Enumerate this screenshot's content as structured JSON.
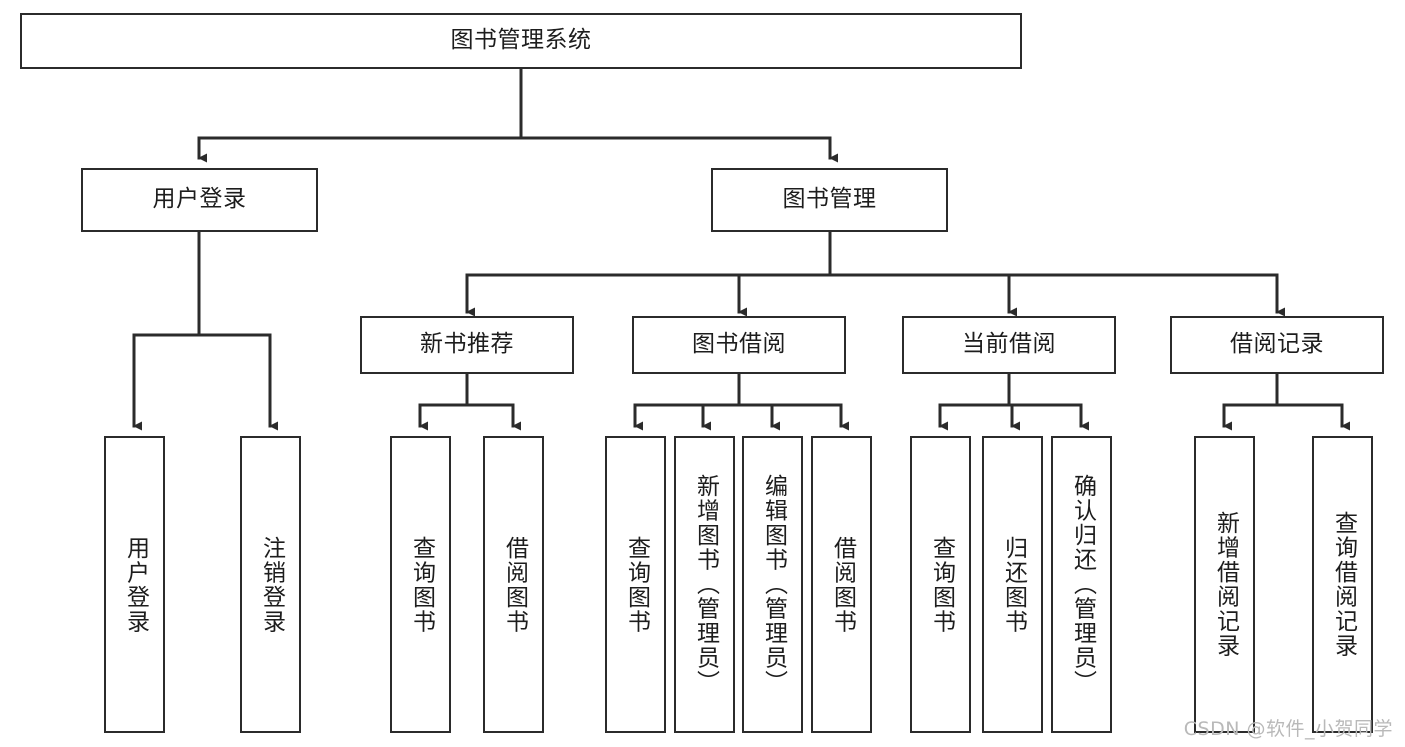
{
  "diagram": {
    "type": "tree-hierarchy",
    "title": "图书管理系统",
    "watermark": "CSDN @软件_小贺同学",
    "colors": {
      "box_border": "#2b2b2b",
      "box_fill": "#ffffff",
      "connector": "#2b2b2b",
      "text": "#1d1d1d",
      "watermark": "#b9b9b9",
      "background": "#ffffff"
    },
    "root": {
      "id": "root",
      "label": "图书管理系统",
      "orientation": "horizontal"
    },
    "level2": [
      {
        "id": "user-login",
        "label": "用户登录",
        "orientation": "horizontal"
      },
      {
        "id": "book-management",
        "label": "图书管理",
        "orientation": "horizontal"
      }
    ],
    "level3": [
      {
        "id": "new-book-recommend",
        "label": "新书推荐",
        "orientation": "horizontal",
        "parent": "book-management"
      },
      {
        "id": "book-borrow",
        "label": "图书借阅",
        "orientation": "horizontal",
        "parent": "book-management"
      },
      {
        "id": "current-borrow",
        "label": "当前借阅",
        "orientation": "horizontal",
        "parent": "book-management"
      },
      {
        "id": "borrow-record",
        "label": "借阅记录",
        "orientation": "horizontal",
        "parent": "book-management"
      }
    ],
    "leaves": [
      {
        "id": "leaf-user-login",
        "label": "用户登录",
        "orientation": "vertical",
        "parent": "user-login"
      },
      {
        "id": "leaf-user-logout",
        "label": "注销登录",
        "orientation": "vertical",
        "parent": "user-login"
      },
      {
        "id": "leaf-query-book-1",
        "label": "查询图书",
        "orientation": "vertical",
        "parent": "new-book-recommend"
      },
      {
        "id": "leaf-borrow-book-1",
        "label": "借阅图书",
        "orientation": "vertical",
        "parent": "new-book-recommend"
      },
      {
        "id": "leaf-query-book-2",
        "label": "查询图书",
        "orientation": "vertical",
        "parent": "book-borrow"
      },
      {
        "id": "leaf-add-book",
        "label": "新增图书（管理员）",
        "orientation": "vertical",
        "parent": "book-borrow"
      },
      {
        "id": "leaf-edit-book",
        "label": "编辑图书（管理员）",
        "orientation": "vertical",
        "parent": "book-borrow"
      },
      {
        "id": "leaf-borrow-book-2",
        "label": "借阅图书",
        "orientation": "vertical",
        "parent": "book-borrow"
      },
      {
        "id": "leaf-query-book-3",
        "label": "查询图书",
        "orientation": "vertical",
        "parent": "current-borrow"
      },
      {
        "id": "leaf-return-book",
        "label": "归还图书",
        "orientation": "vertical",
        "parent": "current-borrow"
      },
      {
        "id": "leaf-confirm-return",
        "label": "确认归还（管理员）",
        "orientation": "vertical",
        "parent": "current-borrow"
      },
      {
        "id": "leaf-add-record",
        "label": "新增借阅记录",
        "orientation": "vertical",
        "parent": "borrow-record"
      },
      {
        "id": "leaf-query-record",
        "label": "查询借阅记录",
        "orientation": "vertical",
        "parent": "borrow-record"
      }
    ]
  }
}
